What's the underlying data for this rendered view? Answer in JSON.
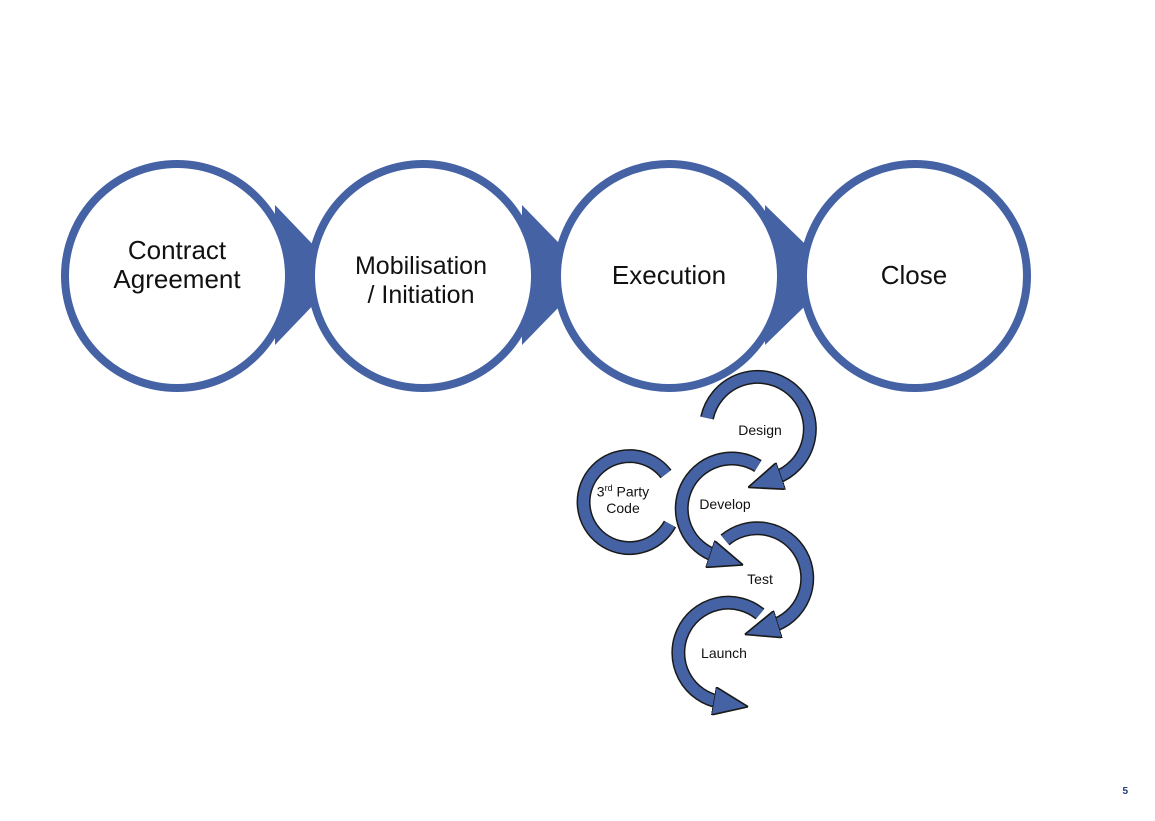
{
  "colors": {
    "accent": "#4462a4",
    "outline": "#1a1a1a",
    "text": "#111111",
    "page_number": "#1f3b7a"
  },
  "stages": [
    {
      "lines": [
        "Contract",
        "Agreement"
      ]
    },
    {
      "lines": [
        "Mobilisation",
        "/ Initiation"
      ]
    },
    {
      "lines": [
        "Execution"
      ]
    },
    {
      "lines": [
        "Close"
      ]
    }
  ],
  "execution_cycle": {
    "design": "Design",
    "third_party_base": "3",
    "third_party_sup": "rd",
    "third_party_rest": " Party",
    "third_party_line2": "Code",
    "develop": "Develop",
    "test": "Test",
    "launch": "Launch"
  },
  "page_number": "5"
}
